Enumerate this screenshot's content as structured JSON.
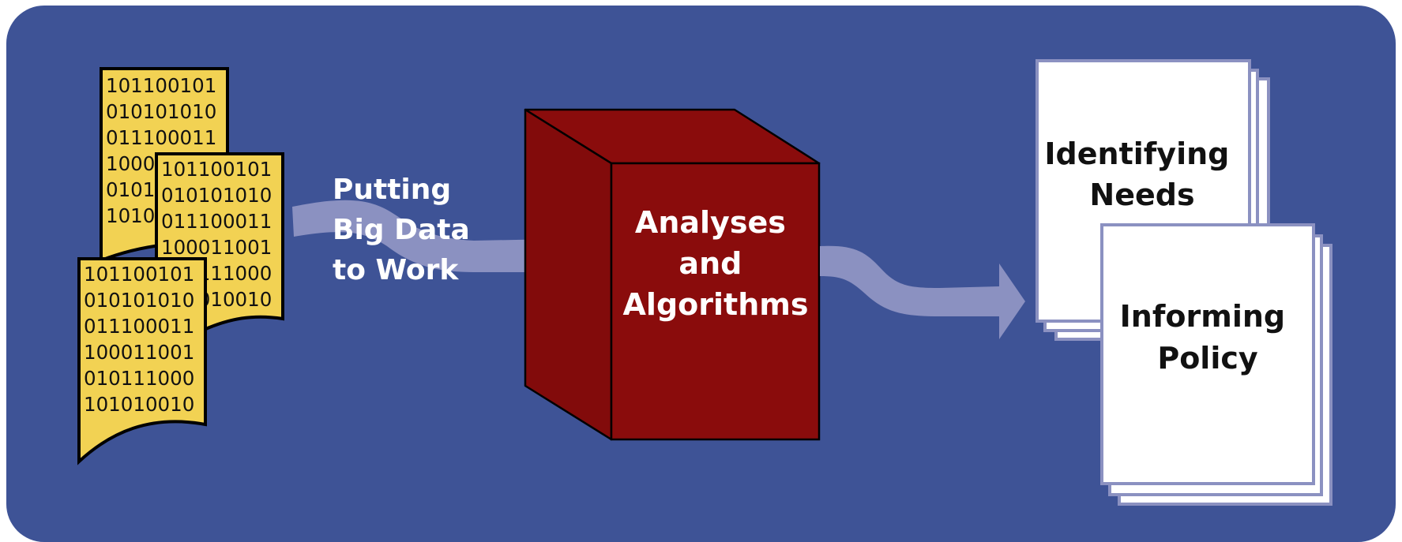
{
  "diagram": {
    "data_documents": [
      {
        "lines": [
          "101100101",
          "010101010",
          "011100011",
          "1000",
          "0101",
          "1010"
        ]
      },
      {
        "lines": [
          "101100101",
          "010101010",
          "011100011",
          "100011001",
          "010111000",
          "101010010"
        ]
      },
      {
        "lines": [
          "101100101",
          "010101010",
          "011100011",
          "100011001",
          "010111000",
          "101010010"
        ]
      }
    ],
    "flow_label": [
      "Putting",
      "Big Data",
      "to Work"
    ],
    "box_label": [
      "Analyses",
      "and",
      "Algorithms"
    ],
    "outputs": [
      {
        "label": [
          "Identifying",
          "Needs"
        ]
      },
      {
        "label": [
          "Informing",
          "Policy"
        ]
      }
    ],
    "colors": {
      "background": "#3e5396",
      "document_fill": "#f2d253",
      "arrow": "#8b91c1",
      "box_front": "#8a0c0c",
      "box_top": "#8a0c0c",
      "box_side": "#820b0b",
      "page_border": "#8b91c1"
    }
  }
}
